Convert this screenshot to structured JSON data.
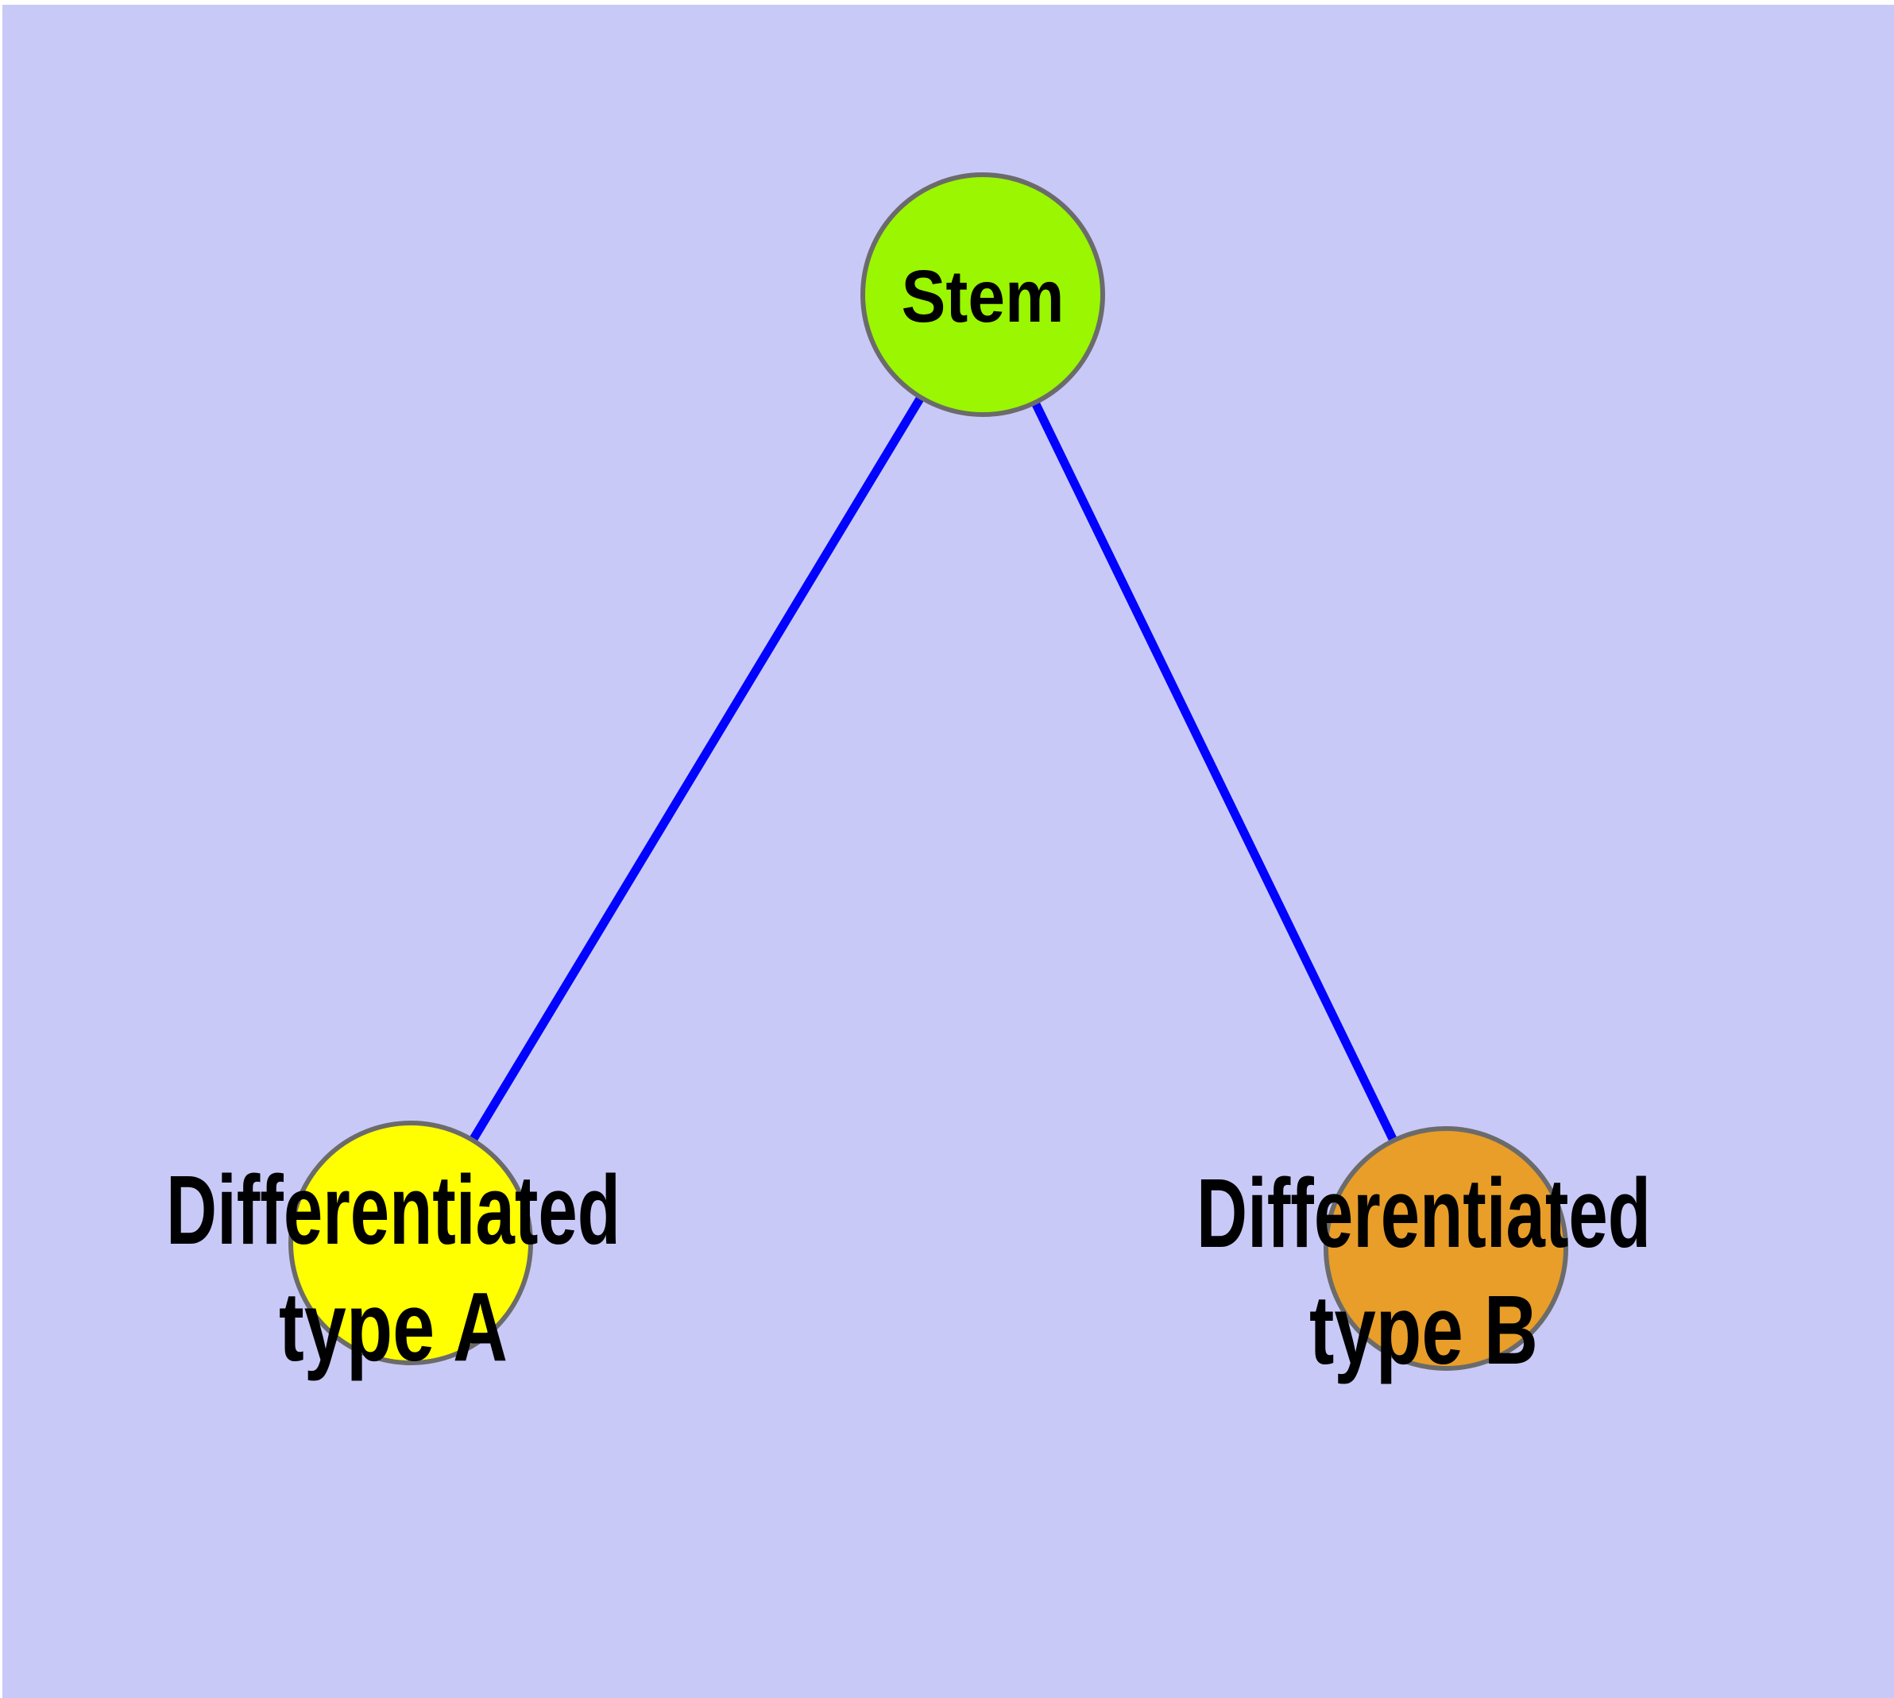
{
  "figure": {
    "type": "graph-diagram",
    "background_color": "#C9C9F8",
    "margin_color": "#FFFFFF",
    "edge_color": "#0202FF",
    "node_border_color": "#6B6B6B",
    "label_color": "#000000",
    "nodes": [
      {
        "id": "stem",
        "label_line1": "Stem",
        "label_line2": "",
        "color": "#9AF601"
      },
      {
        "id": "diff-a",
        "label_line1": "Differentiated",
        "label_line2": "type A",
        "color": "#FFFF00"
      },
      {
        "id": "diff-b",
        "label_line1": "Differentiated",
        "label_line2": "type B",
        "color": "#E89E28"
      }
    ],
    "edges": [
      {
        "from": "Stem",
        "to": "Differentiated type A"
      },
      {
        "from": "Stem",
        "to": "Differentiated type B"
      }
    ]
  }
}
